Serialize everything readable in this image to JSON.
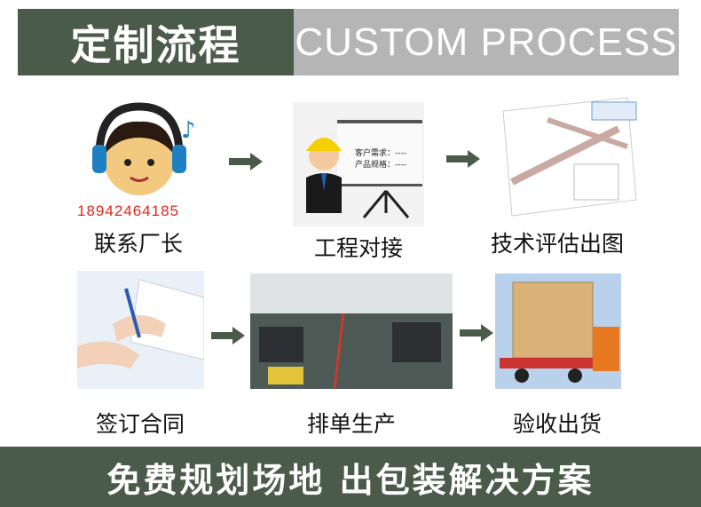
{
  "header": {
    "title_cn": "定制流程",
    "title_en": "CUSTOM PROCESS"
  },
  "steps": [
    {
      "label": "联系厂长",
      "phone": "18942464185"
    },
    {
      "label": "工程对接",
      "board_lines": [
        "客户需求：----",
        "产品规格：----"
      ]
    },
    {
      "label": "技术评估出图"
    },
    {
      "label": "签订合同"
    },
    {
      "label": "排单生产"
    },
    {
      "label": "验收出货"
    }
  ],
  "footer": {
    "text": "免费规划场地 出包装解决方案"
  },
  "colors": {
    "primary": "#4b5b4a",
    "secondary": "#b5b5b5",
    "phone": "#e0251b"
  }
}
